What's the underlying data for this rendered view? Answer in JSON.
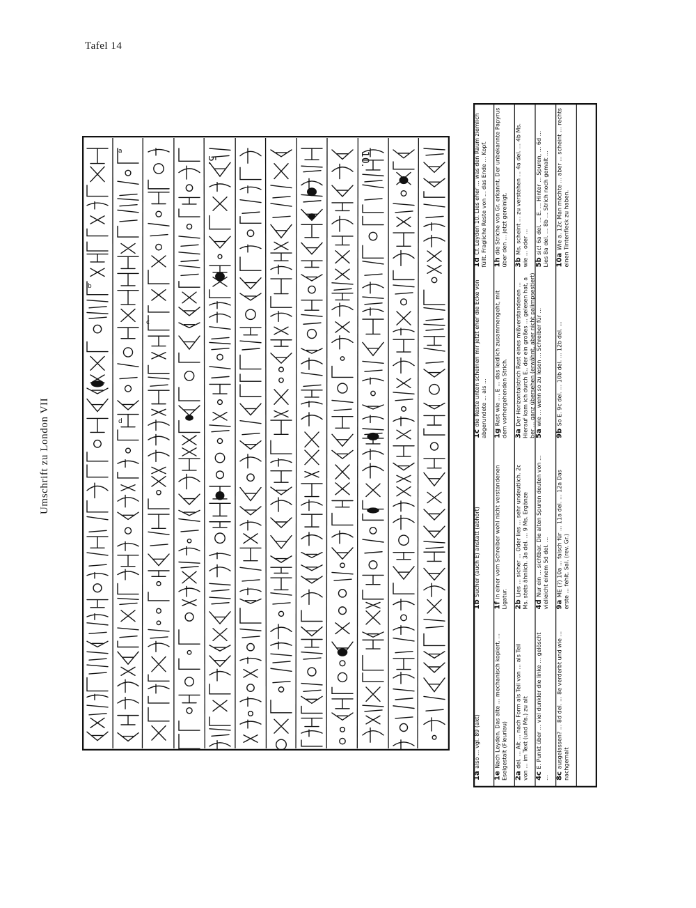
{
  "page": {
    "plate_label": "Tafel 14",
    "side_title": "Umschrift zu London VII"
  },
  "transcription": {
    "line_markers": [
      "5.",
      "10."
    ],
    "note_letters": [
      "a",
      "b",
      "c",
      "d"
    ],
    "column_count": 12
  },
  "notes": {
    "lines": [
      {
        "n": "1a",
        "text": "also ... vgl. 89 (akt)"
      },
      {
        "n": "1b",
        "text": "Sucher (auch E) anstatt (abhört)"
      },
      {
        "n": "1c",
        "text": "die Reste unten scheinen mir jetzt eher die abgerundete Ecke von ... als ..."
      },
      {
        "n": "1d",
        "text": "Cf. Leyden 10. Lies eher ... was den Raum ziemlich füllt. Fragliche Reste von ... das Ende ... Kopf."
      },
      {
        "n": "1e",
        "text": "Nach Leyden. Das alte ... mechanisch kopiert. Eselgestalt (Fleuriau) ..."
      },
      {
        "n": "1f",
        "text": "in einer vom Schreiber wohl nicht verstandenen Ligatur."
      },
      {
        "n": "1g",
        "text": "Rest wie ..., E ... das leidlich zusammengeht, mit dem vorhergehenden Strich."
      },
      {
        "n": "1h",
        "text": "die Striche von Gr. erkannt. Der unbekannte Papyrus über den ... jetzt gereinigt."
      },
      {
        "n": "2a",
        "text": "del. ... Alt ... nach Form als Teil von ... als Teil von ... im Text (und Ms.) zu alt"
      },
      {
        "n": "2b",
        "text": "Lies ... sicher ... Oder lies ... sehr undeutlich. 2c Ms. stets ähnlich. 3a del. ... 9 Ms. Ergänze"
      },
      {
        "n": "3a",
        "text": "Der Horizontalstrich Rest eines mißverstandenen ... Hierauf kam ich durch E., der ein großes ... gelesen hat, aber ... ganz übersehen (erwähnt, aber nicht palimpsestiert)"
      },
      {
        "n": "3b",
        "text": "Ms. scheint ... zu verstehen ... 4a del. ... 4b Ms. wie ... oder ..."
      },
      {
        "n": "4c",
        "text": "E. Punkt über ... viel dunkler die linke ... gelöscht ..."
      },
      {
        "n": "4d",
        "text": "Nur ein ... sichtbar. Die alten Spuren deuten vielleicht von einem ... 5d del. ..."
      },
      {
        "n": "5a",
        "text": "wie ... wenn so zu lesen ... Schreiber für ..."
      },
      {
        "n": "5b",
        "text": "sic! 6a del. ... E. ... Hinter ... Spuren, ... 6d Lies ... 8a del. ... 8b ... Strich noch gemalt ..."
      },
      {
        "n": "8c",
        "text": "ausgelassen? ... 8d del. ... 8e verderbt und nachgemalt wie ..."
      },
      {
        "n": "9a",
        "text": "ME (?) 10a ... falsch für ... 11a del. ... 12a Das erste ... fehlt. Sal. (rev. Gr.)"
      },
      {
        "n": "9b",
        "text": "So E. 9c del. ... 10b del. ... 12b del. ..."
      },
      {
        "n": "10a",
        "text": "Wie a. 12c Man möchte ... aber ... scheint ... rechts einen Tintenfleck zu haben."
      }
    ]
  }
}
